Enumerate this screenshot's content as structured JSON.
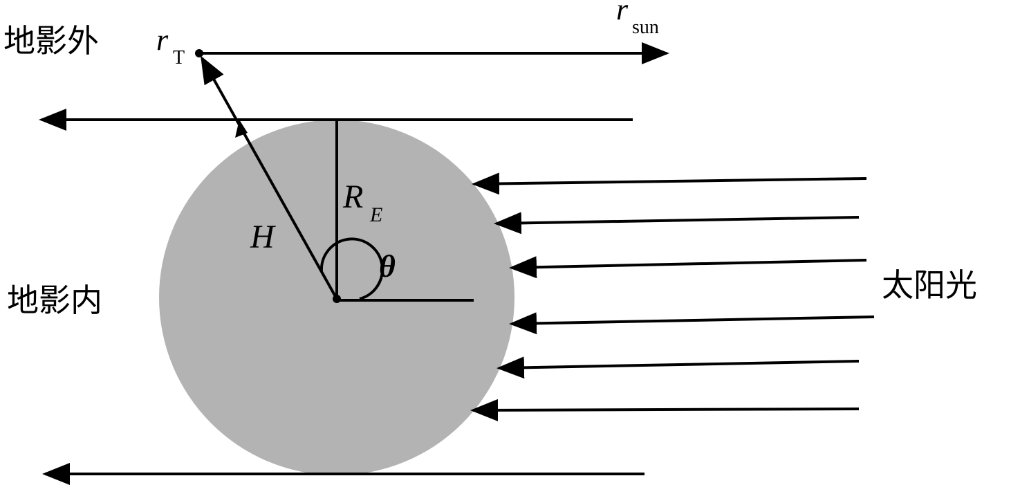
{
  "labels": {
    "outside_shadow": "地影外",
    "inside_shadow": "地影内",
    "sunlight": "太阳光",
    "r_symbol": "r",
    "r_t_subscript": "T",
    "r_sun_symbol": "r",
    "r_sun_subscript": "sun",
    "radius_symbol": "R",
    "radius_subscript": "E",
    "height_symbol": "H",
    "angle_symbol": "θ"
  },
  "colors": {
    "earth_fill": "#b3b3b3",
    "line": "#000000",
    "background": "#ffffff"
  }
}
